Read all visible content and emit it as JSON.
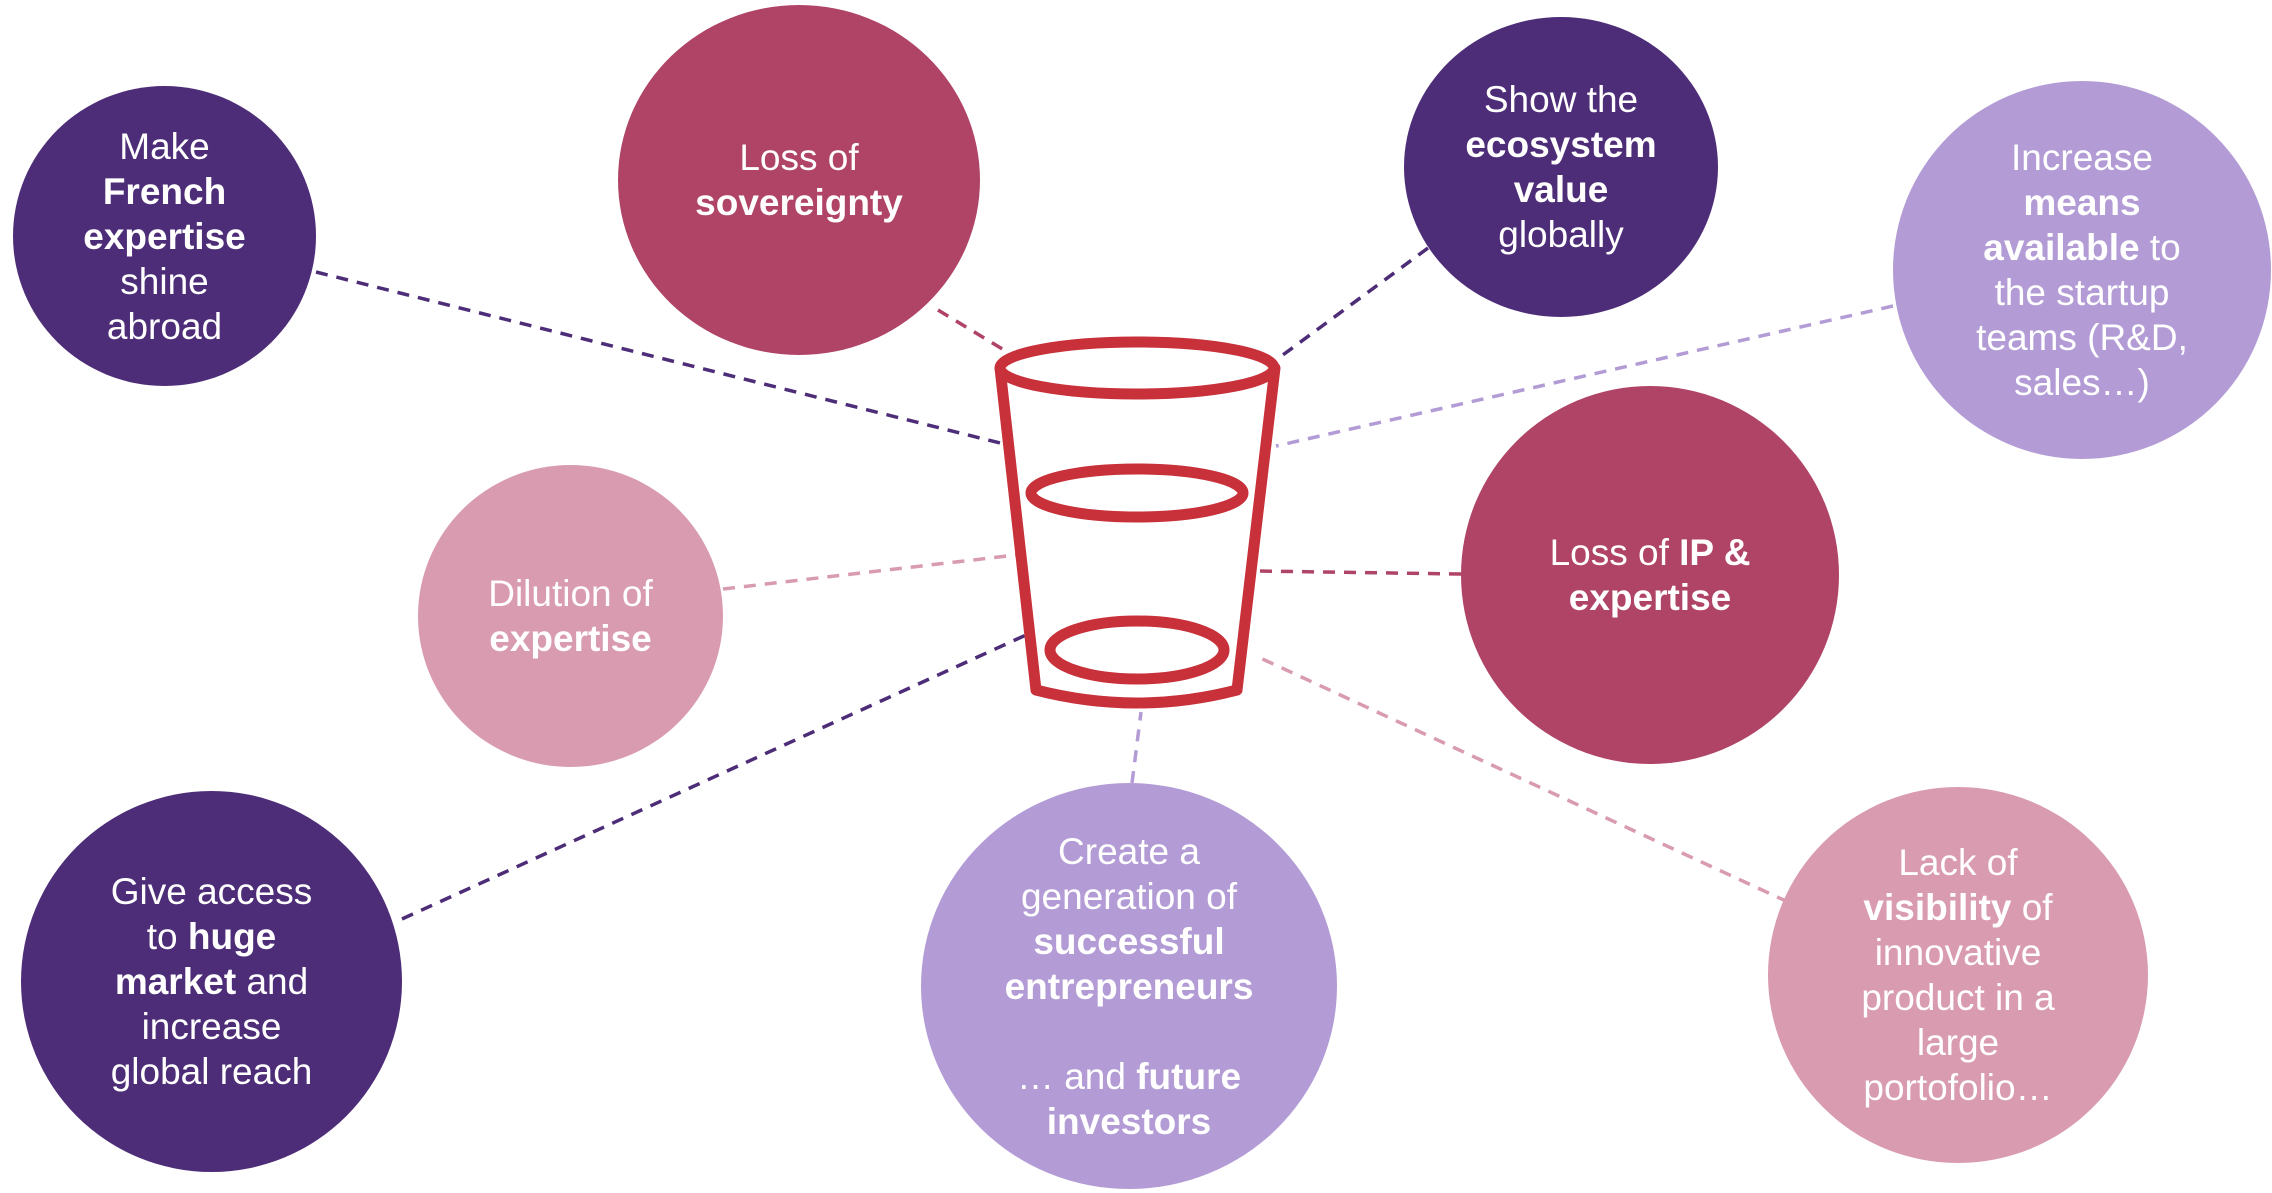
{
  "colors": {
    "dark_purple": "#4e2d78",
    "crimson": "#b04466",
    "light_purple": "#b39cd6",
    "pink": "#d99bb0",
    "glass": "#c8303a"
  },
  "center_icon": {
    "icon": "drinking-glass-icon"
  },
  "bubbles": {
    "make_french": {
      "line1": "Make",
      "line2": "French",
      "line3": "expertise",
      "line4": "shine",
      "line5": "abroad"
    },
    "loss_sovereignty": {
      "line1": "Loss of",
      "line2": "sovereignty"
    },
    "show_ecosystem": {
      "line1": "Show the",
      "line2": "ecosystem",
      "line3": "value",
      "line4": "globally"
    },
    "increase_means": {
      "line1": "Increase",
      "line2": "means",
      "line3a": "available",
      "line3b": " to",
      "line4": "the startup",
      "line5": "teams (R&D,",
      "line6": "sales…)"
    },
    "dilution": {
      "line1": "Dilution of",
      "line2": "expertise"
    },
    "loss_ip": {
      "line1a": "Loss of ",
      "line1b": "IP &",
      "line2": "expertise"
    },
    "give_access": {
      "line1": "Give access",
      "line2a": "to ",
      "line2b": "huge",
      "line3a": "market",
      "line3b": " and",
      "line4": "increase",
      "line5": "global reach"
    },
    "create_generation": {
      "line1": "Create a",
      "line2": "generation of",
      "line3": "successful",
      "line4": "entrepreneurs",
      "line5a": "… and ",
      "line5b": "future",
      "line6": "investors"
    },
    "lack_visibility": {
      "line1": "Lack of",
      "line2a": "visibility",
      "line2b": " of",
      "line3": "innovative",
      "line4": "product in a",
      "line5": "large",
      "line6": "portofolio…"
    }
  }
}
